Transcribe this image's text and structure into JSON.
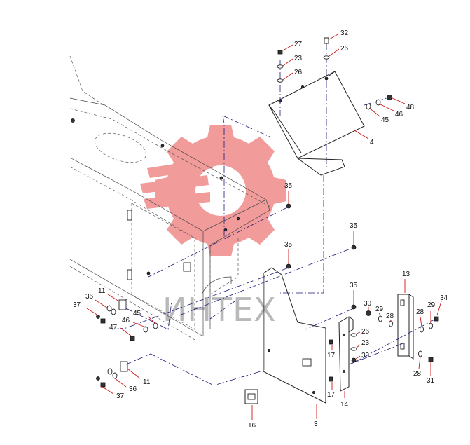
{
  "watermark": {
    "text": "ИНТЕХ",
    "gear_color": "#f08a8a"
  },
  "callouts": [
    "27",
    "23",
    "26",
    "32",
    "26",
    "48",
    "46",
    "45",
    "4",
    "35",
    "35",
    "35",
    "35",
    "13",
    "34",
    "29",
    "28",
    "30",
    "29",
    "28",
    "26",
    "23",
    "33",
    "17",
    "17",
    "14",
    "28",
    "31",
    "3",
    "16",
    "11",
    "36",
    "37",
    "45",
    "46",
    "47",
    "11",
    "36",
    "37"
  ]
}
